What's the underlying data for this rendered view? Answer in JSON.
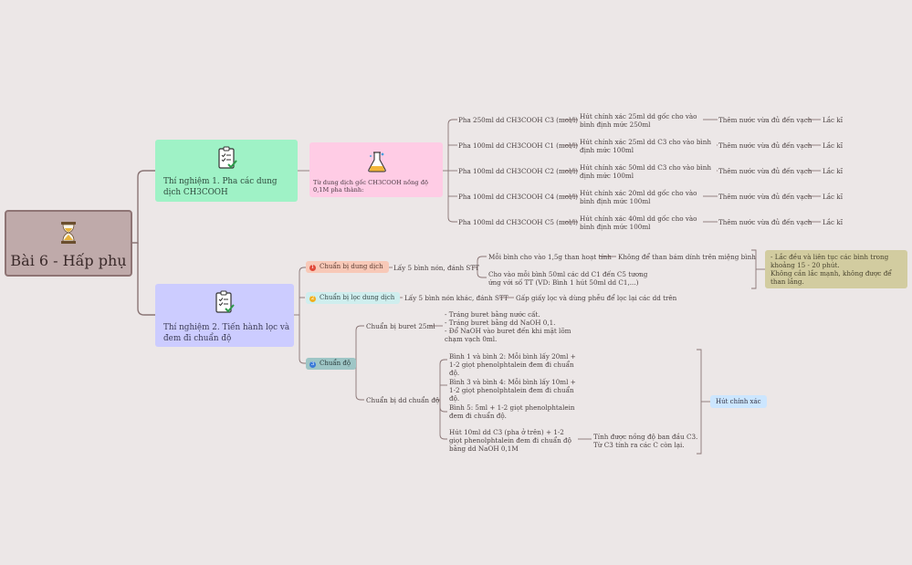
{
  "root": {
    "title": "Bài 6 - Hấp phụ",
    "icon": "hourglass-icon"
  },
  "exp1": {
    "title": "Thí nghiệm 1. Pha các dung dịch CH3COOH",
    "icon": "checklist-icon",
    "source": {
      "label": "Từ dung dịch gốc CH3COOH nồng độ 0,1M pha thành:",
      "icon": "flask-icon"
    },
    "rows": [
      {
        "pha": "Pha 250ml dd CH3COOH C3 (mol/l)",
        "hut": "Hút chính xác 25ml dd gốc cho vào bình định mức 250ml",
        "them": "Thêm nước vừa đủ đến vạch",
        "lac": "Lắc kĩ"
      },
      {
        "pha": "Pha 100ml dd CH3COOH C1 (mol/l)",
        "hut": "Hút chính xác 25ml dd C3 cho vào bình định mức 100ml",
        "them": "Thêm nước vừa đủ đến vạch",
        "lac": "Lắc kĩ"
      },
      {
        "pha": "Pha 100ml dd CH3COOH C2 (mol/l)",
        "hut": "Hút chính xác 50ml dd C3 cho vào bình định mức 100ml",
        "them": "Thêm nước vừa đủ đến vạch",
        "lac": "Lắc kĩ"
      },
      {
        "pha": "Pha 100ml dd CH3COOH C4 (mol/l)",
        "hut": "Hút chính xác 20ml dd gốc cho vào bình định mức 100ml",
        "them": "Thêm nước vừa đủ đến vạch",
        "lac": "Lắc kĩ"
      },
      {
        "pha": "Pha 100ml dd CH3COOH C5 (mol/l)",
        "hut": "Hút chính xác 40ml dd gốc cho vào bình định mức 100ml",
        "them": "Thêm nước vừa đủ đến vạch",
        "lac": "Lắc kĩ"
      }
    ]
  },
  "exp2": {
    "title": "Thí nghiệm 2. Tiến hành lọc và đem đi chuẩn độ",
    "icon": "checklist-icon",
    "step1": {
      "num": "1",
      "label": "Chuẩn bị dung dịch",
      "sub": "Lấy 5 bình nón, đánh STT",
      "a": "Mỗi bình cho vào 1,5g than hoạt tính",
      "a2": "Không để than bám dính trên miệng bình",
      "b": "Cho vào mỗi bình 50ml các dd C1 đến C5 tương ứng với số TT (VD: Bình 1 hút 50ml dd C1,...)",
      "note": "- Lắc đều và liên tục các bình trong khoảng 15 - 20 phút.\nKhông cần lắc mạnh, không được để than lắng."
    },
    "step2": {
      "num": "2",
      "label": "Chuẩn bị lọc dung dịch",
      "sub": "Lấy 5 bình nón khác, đánh STT",
      "sub2": "Gấp giấy lọc và dùng phễu để lọc lại các dd trên"
    },
    "step3": {
      "num": "3",
      "label": "Chuẩn độ",
      "buret": "Chuẩn bị buret 25ml",
      "buret_notes": "- Tráng buret bằng nước cất.\n- Tráng buret bằng dd NaOH 0,1.\n- Đổ NaOH vào buret đến khi mặt lõm chạm vạch 0ml.",
      "dd": "Chuẩn bị dd chuẩn độ",
      "items": [
        "Bình 1 và bình 2: Mỗi bình lấy 20ml + 1-2 giọt phenolphtalein đem đi chuẩn độ.",
        "Bình 3 và bình 4: Mỗi bình lấy 10ml + 1-2 giọt phenolphtalein đem đi chuẩn độ.",
        "Bình 5: 5ml + 1-2 giọt phenolphtalein đem đi chuẩn độ.",
        "Hút 10ml dd C3 (pha ở trên) + 1-2 giọt phenolphtalein đem đi chuẩn độ bằng dd NaOH 0,1M"
      ],
      "c3": "Tính được nồng độ ban đầu C3.\nTừ C3 tính ra các C còn lại.",
      "summary": "Hút chính xác"
    }
  },
  "colors": {
    "background": "#ece7e7",
    "root": "#bfaaaa",
    "exp1": "#9ff2c6",
    "exp2": "#ccccff",
    "source": "#ffcce5",
    "note": "#d2cca0",
    "summary": "#cce6ff"
  }
}
